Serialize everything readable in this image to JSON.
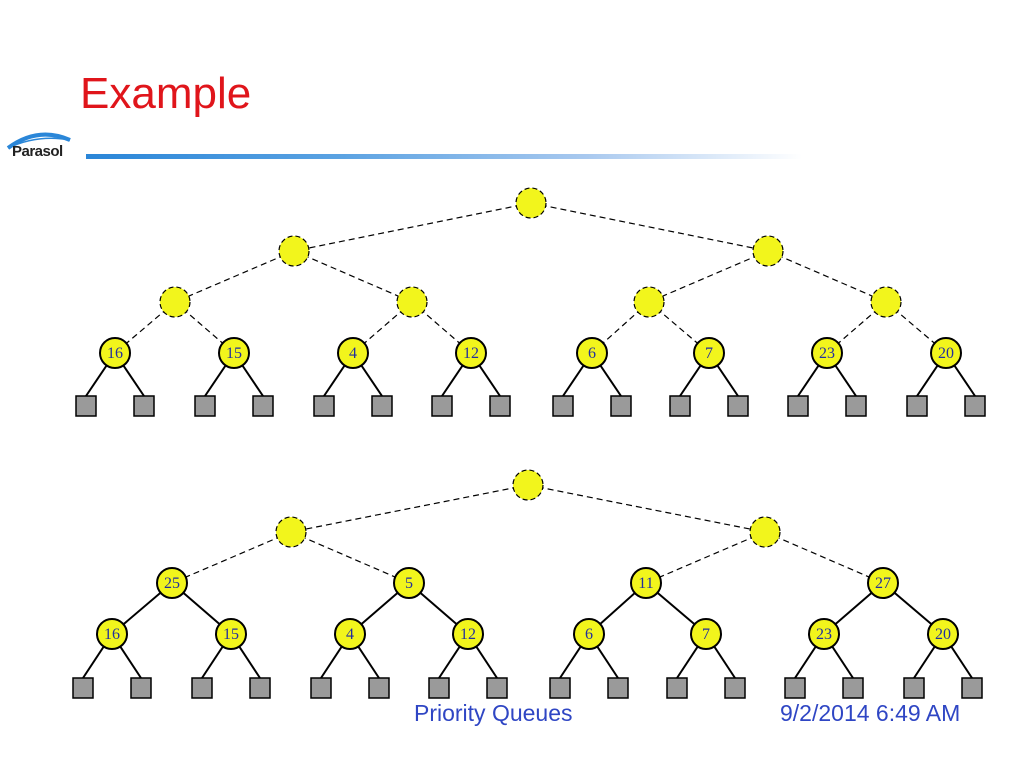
{
  "slide": {
    "title": "Example",
    "logo_text": "Parasol",
    "footer_left": "Priority Queues",
    "footer_right": "9/2/2014 6:49 AM"
  },
  "colors": {
    "title": "#e0151b",
    "node_fill": "#f2f51c",
    "leaf_fill": "#9a9a9a",
    "label": "#23309e",
    "footer": "#2f46c4"
  },
  "trees": [
    {
      "id": "top",
      "leaf_keys": [
        "16",
        "15",
        "4",
        "12",
        "6",
        "7",
        "23",
        "20"
      ],
      "level2_keys": [
        "",
        "",
        "",
        ""
      ],
      "level1_keys": [
        "",
        ""
      ],
      "root_key": ""
    },
    {
      "id": "bottom",
      "leaf_keys": [
        "16",
        "15",
        "4",
        "12",
        "6",
        "7",
        "23",
        "20"
      ],
      "level2_keys": [
        "25",
        "5",
        "11",
        "27"
      ],
      "level1_keys": [
        "",
        ""
      ],
      "root_key": ""
    }
  ]
}
